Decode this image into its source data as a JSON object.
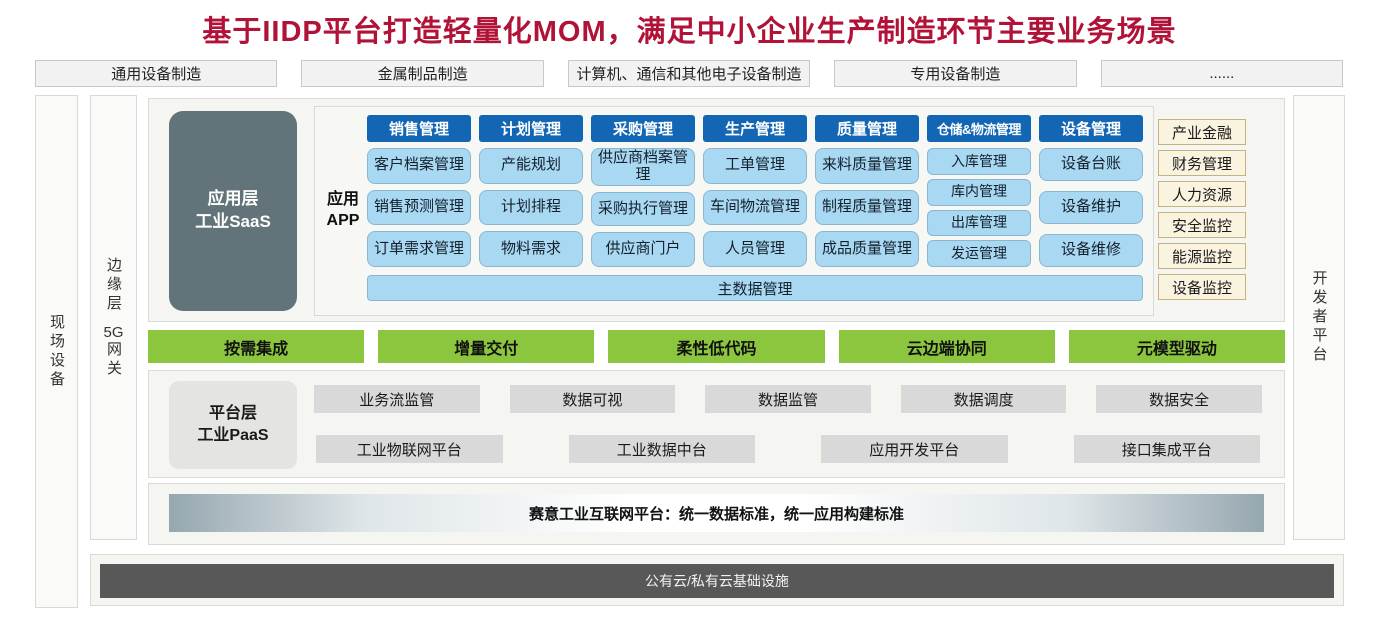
{
  "title": "基于IIDP平台打造轻量化MOM，满足中小企业生产制造环节主要业务场景",
  "industries": [
    "通用设备制造",
    "金属制品制造",
    "计算机、通信和其他电子设备制造",
    "专用设备制造",
    "......"
  ],
  "side_bars": {
    "field_devices": "现场设备",
    "edge_layer": "边缘层",
    "gateway_5g_line1": "5G",
    "gateway_5g_line2": "网关",
    "developer_platform": "开发者平台"
  },
  "app_layer": {
    "pill_line1": "应用层",
    "pill_line2": "工业SaaS",
    "app_label_line1": "应用",
    "app_label_line2": "APP",
    "columns": [
      {
        "header": "销售管理",
        "items": [
          "客户档案管理",
          "销售预测管理",
          "订单需求管理"
        ]
      },
      {
        "header": "计划管理",
        "items": [
          "产能规划",
          "计划排程",
          "物料需求"
        ]
      },
      {
        "header": "采购管理",
        "items": [
          "供应商档案管理",
          "采购执行管理",
          "供应商门户"
        ]
      },
      {
        "header": "生产管理",
        "items": [
          "工单管理",
          "车间物流管理",
          "人员管理"
        ]
      },
      {
        "header": "质量管理",
        "items": [
          "来料质量管理",
          "制程质量管理",
          "成品质量管理"
        ]
      },
      {
        "header": "仓储&物流管理",
        "items": [
          "入库管理",
          "库内管理",
          "出库管理",
          "发运管理"
        ]
      },
      {
        "header": "设备管理",
        "items": [
          "设备台账",
          "设备维护",
          "设备维修"
        ]
      }
    ],
    "master_data": "主数据管理",
    "side_modules": [
      "产业金融",
      "财务管理",
      "人力资源",
      "安全监控",
      "能源监控",
      "设备监控"
    ]
  },
  "capabilities": [
    "按需集成",
    "增量交付",
    "柔性低代码",
    "云边端协同",
    "元模型驱动"
  ],
  "paas_layer": {
    "pill_line1": "平台层",
    "pill_line2": "工业PaaS",
    "row1": [
      "业务流监管",
      "数据可视",
      "数据监管",
      "数据调度",
      "数据安全"
    ],
    "row2": [
      "工业物联网平台",
      "工业数据中台",
      "应用开发平台",
      "接口集成平台"
    ]
  },
  "platform_banner": "赛意工业互联网平台：统一数据标准，统一应用构建标准",
  "infrastructure": "公有云/私有云基础设施",
  "colors": {
    "title_accent": "#b11237",
    "header_blue": "#1266b4",
    "cell_blue": "#a9d8f3",
    "saas_pill": "#627379",
    "green": "#8cc63e",
    "cream": "#faf3e0",
    "gray_box": "#d9d9d9",
    "infra_dark": "#585858"
  }
}
